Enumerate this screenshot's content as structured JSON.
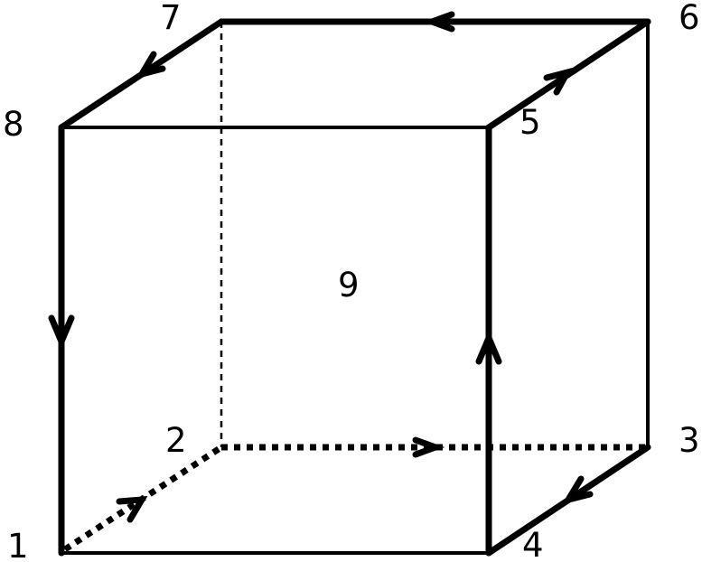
{
  "diagram": {
    "vertex_labels": {
      "v1": "1",
      "v2": "2",
      "v3": "3",
      "v4": "4",
      "v5": "5",
      "v6": "6",
      "v7": "7",
      "v8": "8"
    },
    "face_label": "9",
    "colors": {
      "stroke": "#000000",
      "background": "#ffffff"
    }
  }
}
